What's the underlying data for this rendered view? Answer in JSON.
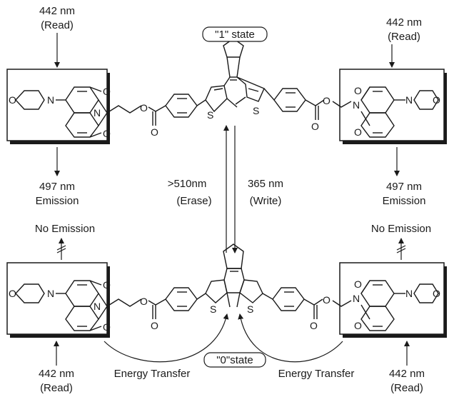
{
  "labels": {
    "read_nm": "442 nm",
    "read": "(Read)",
    "emission_nm": "497 nm",
    "emission": "Emission",
    "no_emission": "No Emission",
    "state_1": "\"1\" state",
    "state_0": "\"0\"state",
    "erase_nm": ">510nm",
    "erase": "(Erase)",
    "write_nm": "365 nm",
    "write": "(Write)",
    "energy_transfer": "Energy Transfer"
  },
  "atoms": {
    "O": "O",
    "N": "N",
    "S": "S"
  },
  "colors": {
    "ink": "#1a1a1a",
    "box_shadow": "#1a1a1a",
    "background": "#ffffff"
  }
}
